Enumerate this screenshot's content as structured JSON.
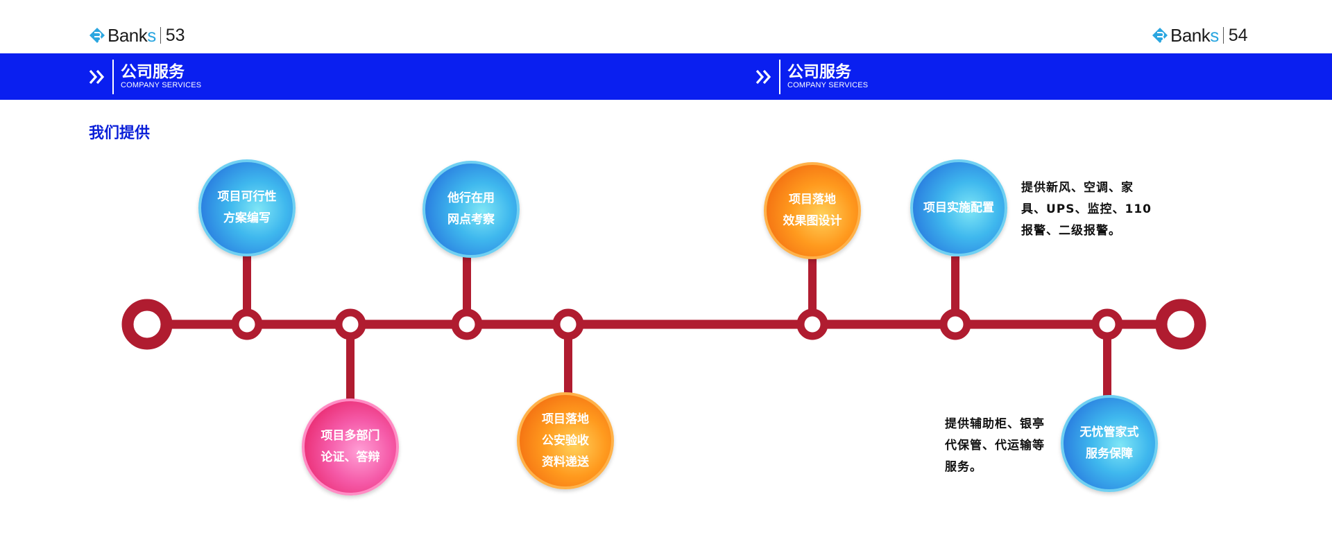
{
  "header": {
    "left": {
      "brand": "Bank",
      "brand_accent": "s",
      "page": "53"
    },
    "right": {
      "brand": "Bank",
      "brand_accent": "s",
      "page": "54"
    }
  },
  "banner": {
    "left": {
      "title": "公司服务",
      "subtitle": "COMPANY SERVICES"
    },
    "right": {
      "title": "公司服务",
      "subtitle": "COMPANY SERVICES"
    }
  },
  "section_title": "我们提供",
  "steps": [
    {
      "line1": "项目可行性",
      "line2": "方案编写",
      "line3": "",
      "color": "blue"
    },
    {
      "line1": "项目多部门",
      "line2": "论证、答辩",
      "line3": "",
      "color": "pink"
    },
    {
      "line1": "他行在用",
      "line2": "网点考察",
      "line3": "",
      "color": "blue"
    },
    {
      "line1": "项目落地",
      "line2": "公安验收",
      "line3": "资料递送",
      "color": "orange"
    },
    {
      "line1": "项目落地",
      "line2": "效果图设计",
      "line3": "",
      "color": "orange"
    },
    {
      "line1": "项目实施配置",
      "line2": "",
      "line3": "",
      "color": "blue"
    },
    {
      "line1": "无忧管家式",
      "line2": "服务保障",
      "line3": "",
      "color": "blue"
    }
  ],
  "notes": {
    "config": {
      "line1": "提供新风、空调、家",
      "line2": "具、UPS、监控、110",
      "line3": "报警、二级报警。"
    },
    "service": {
      "line1": "提供辅助柜、银亭",
      "line2": "代保管、代运输等",
      "line3": "服务。"
    }
  },
  "colors": {
    "banner": "#0a1ff0",
    "timeline": "#b01c30",
    "section_title": "#0a1fd8",
    "blue_bubble": "#2a7fe0",
    "orange_bubble": "#f26a10",
    "pink_bubble": "#e8256a"
  }
}
